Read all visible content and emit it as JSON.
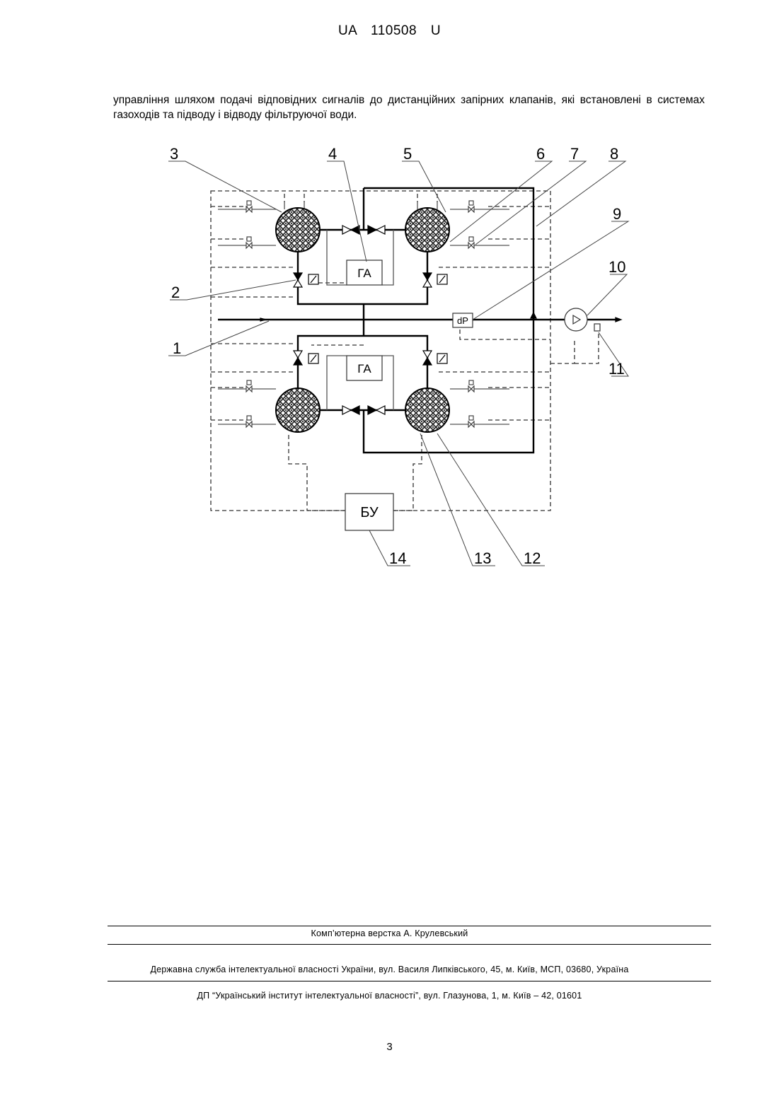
{
  "header": {
    "patent_number": "UA   110508   U"
  },
  "body_text": "управління шляхом подачі відповідних сигналів до дистанційних запірних клапанів, які встановлені в системах газоходів та підводу і відводу фільтруючої води.",
  "diagram": {
    "labels": [
      "1",
      "2",
      "3",
      "4",
      "5",
      "6",
      "7",
      "8",
      "9",
      "10",
      "11",
      "12",
      "13",
      "14"
    ],
    "blocks": {
      "ga_top": "ГА",
      "ga_bottom": "ГА",
      "dp": "dP",
      "control_unit": "БУ"
    }
  },
  "footer": {
    "typesetting": "Комп’ютерна верстка А. Крулевський",
    "office": "Державна служба інтелектуальної власності України, вул. Василя Липківського, 45, м. Київ, МСП, 03680, Україна",
    "institute": "ДП “Український інститут інтелектуальної власності”, вул. Глазунова, 1, м. Київ – 42, 01601"
  },
  "page_number": "3"
}
